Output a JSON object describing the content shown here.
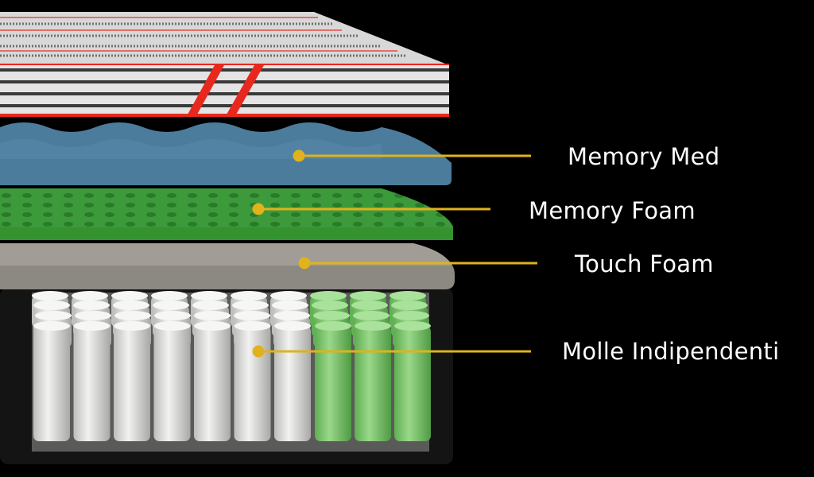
{
  "colors": {
    "background": "#000000",
    "leader": "#e0b21c",
    "cover_accent": "#e8281e",
    "memory_med": "#4c7c9c",
    "memory_foam": "#3c9a3a",
    "touch_foam": "#8c8882",
    "spring_white": "#e6e6e4",
    "spring_green": "#8fd07e"
  },
  "layers": [
    {
      "id": "memory-med",
      "label": "Memory Med"
    },
    {
      "id": "memory-foam",
      "label": "Memory Foam"
    },
    {
      "id": "touch-foam",
      "label": "Touch Foam"
    },
    {
      "id": "molle-indipendenti",
      "label": "Molle Indipendenti"
    }
  ]
}
